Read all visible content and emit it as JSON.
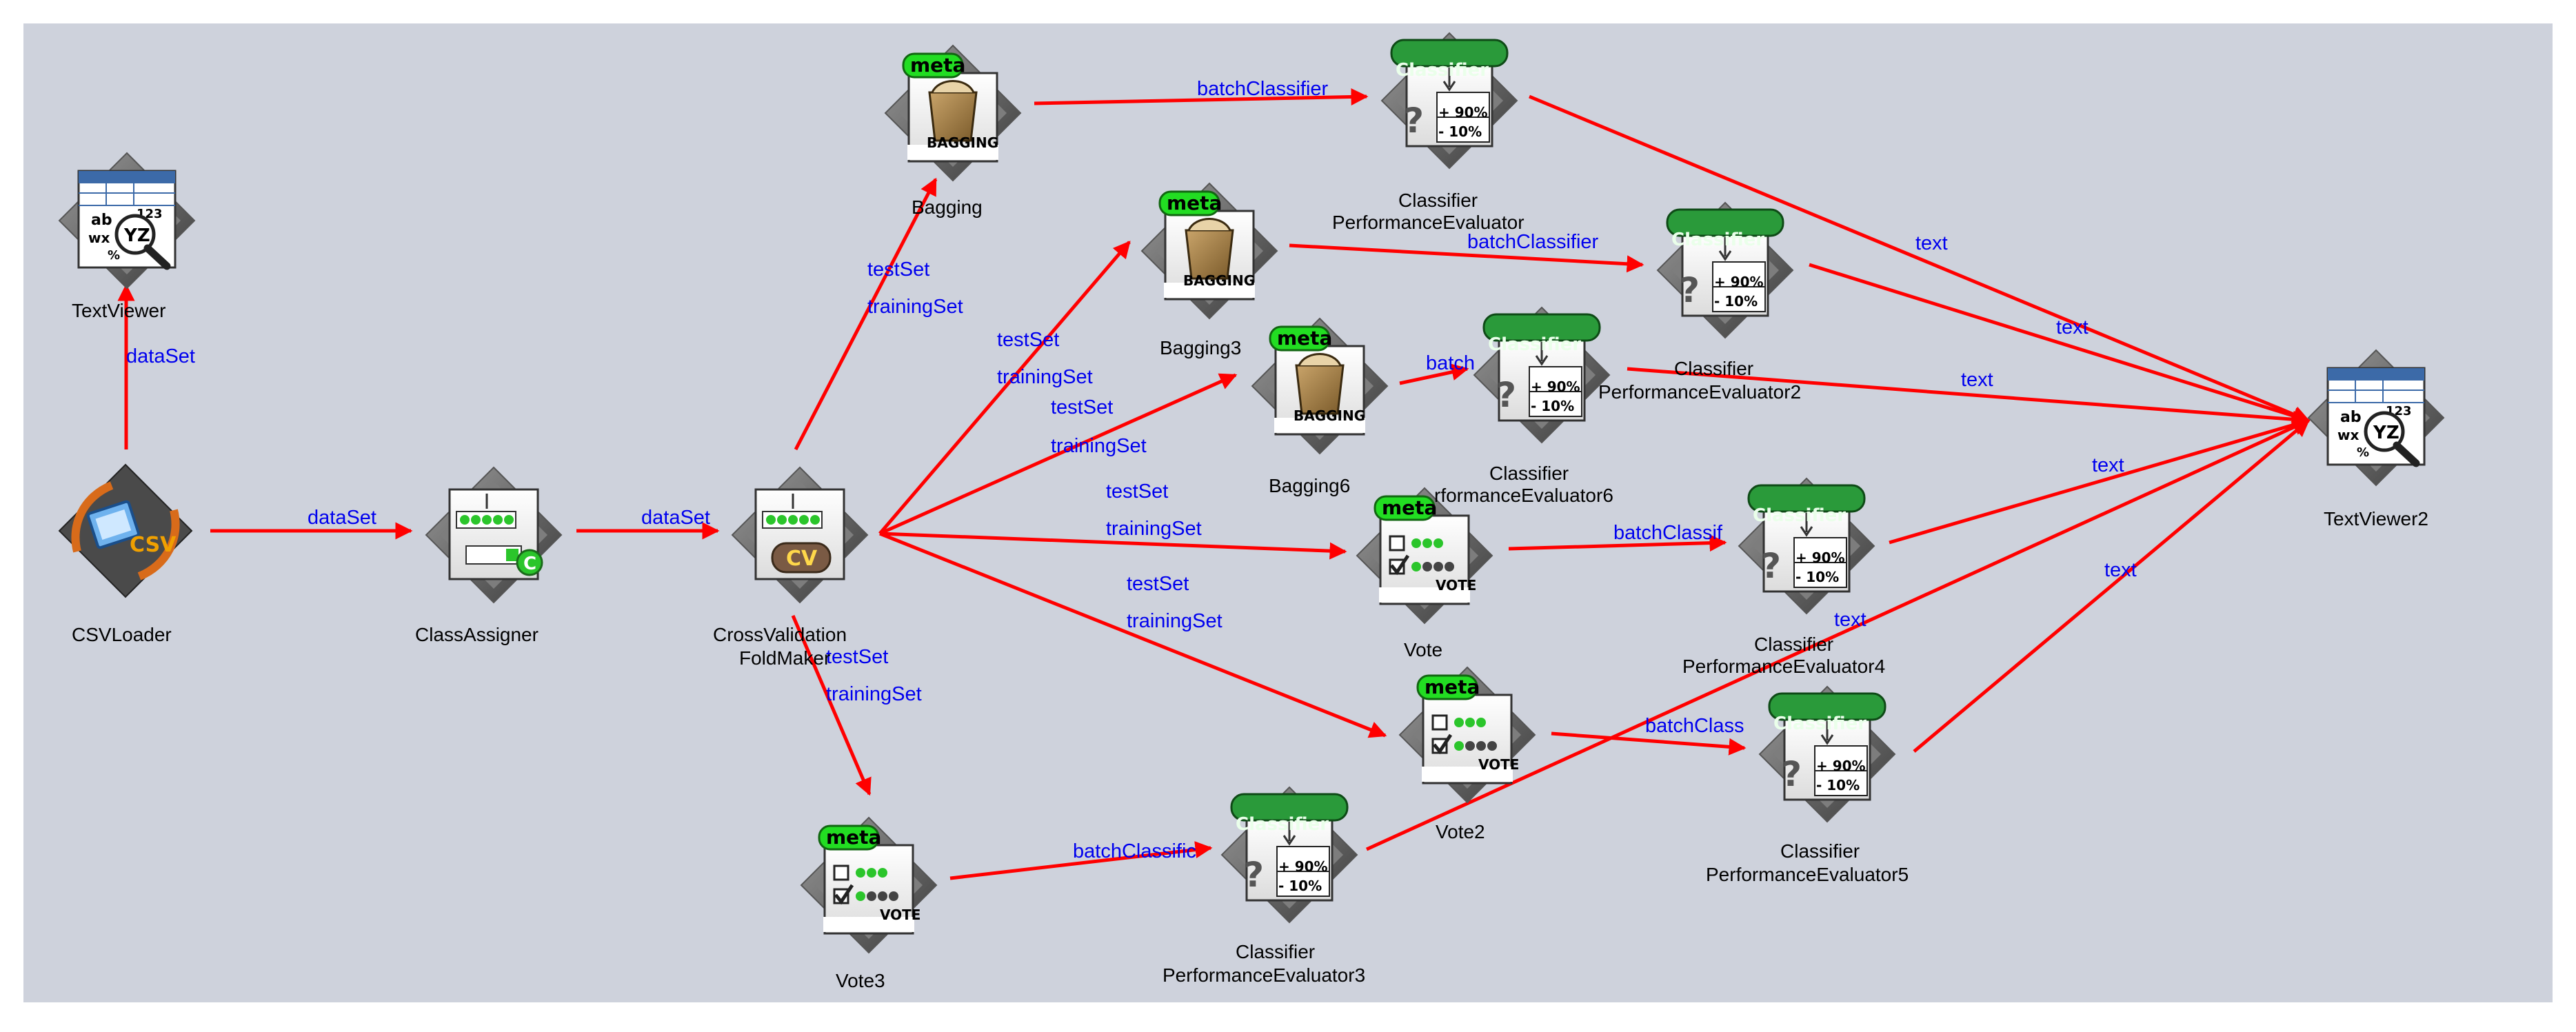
{
  "nodes": {
    "textviewer": {
      "label": "TextViewer"
    },
    "csvloader": {
      "label": "CSVLoader",
      "badge": "CSV"
    },
    "classassigner": {
      "label": "ClassAssigner",
      "badge": "C"
    },
    "crossval": {
      "label1": "CrossValidation",
      "label2": "FoldMaker",
      "badge": "CV"
    },
    "bagging": {
      "label": "Bagging",
      "meta": "meta",
      "foot": "BAGGING"
    },
    "bagging3": {
      "label": "Bagging3",
      "meta": "meta",
      "foot": "BAGGING"
    },
    "bagging6": {
      "label": "Bagging6",
      "meta": "meta",
      "foot": "BAGGING"
    },
    "vote": {
      "label": "Vote",
      "meta": "meta",
      "foot": "VOTE"
    },
    "vote2": {
      "label": "Vote2",
      "meta": "meta",
      "foot": "VOTE"
    },
    "vote3": {
      "label": "Vote3",
      "meta": "meta",
      "foot": "VOTE"
    },
    "cpe": {
      "label1": "Classifier",
      "label2": "PerformanceEvaluator"
    },
    "cpe2": {
      "label1": "Classifier",
      "label2": "PerformanceEvaluator2"
    },
    "cpe3": {
      "label1": "Classifier",
      "label2": "PerformanceEvaluator3"
    },
    "cpe4": {
      "label1": "Classifier",
      "label2": "PerformanceEvaluator4"
    },
    "cpe5": {
      "label1": "Classifier",
      "label2": "PerformanceEvaluator5"
    },
    "cpe6": {
      "label1": "Classifier",
      "label2": "rformanceEvaluator6"
    },
    "textviewer2": {
      "label": "TextViewer2"
    }
  },
  "evaluator_badge": {
    "title": "Classifier",
    "plus": "+ 90%",
    "minus": "- 10%",
    "q": "?"
  },
  "viewer_glyphs": {
    "ab": "ab",
    "num": "123",
    "wx": "wx",
    "yz": "YZ",
    "pct": "%"
  },
  "edges": {
    "dataset_tv": "dataSet",
    "dataset_ca": "dataSet",
    "dataset_cv": "dataSet",
    "testset_bag": "testSet",
    "trainingset_bag": "trainingSet",
    "testset_bag3": "testSet",
    "trainingset_bag3": "trainingSet",
    "testset_bag6": "testSet",
    "trainingset_bag6": "trainingSet",
    "testset_vote": "testSet",
    "trainingset_vote": "trainingSet",
    "testset_vote2": "testSet",
    "trainingset_vote2": "trainingSet",
    "testset_vote3": "testSet",
    "trainingset_vote3": "trainingSet",
    "batch_cpe": "batchClassifier",
    "batch_cpe2": "batchClassifier",
    "batch_cpe6": "batch",
    "batch_cpe4": "batchClassif",
    "batch_cpe5": "batchClass",
    "batch_cpe3": "batchClassific",
    "text_cpe": "text",
    "text_cpe2": "text",
    "text_cpe6": "text",
    "text_cpe4": "text",
    "text_cpe5": "text",
    "text_cpe3": "text"
  },
  "colors": {
    "canvas": "#ced2dc",
    "edge": "#ff0000",
    "edge_label": "#0000ee",
    "meta_badge": "#22dd22",
    "classifier_badge": "#2a9a3a"
  }
}
